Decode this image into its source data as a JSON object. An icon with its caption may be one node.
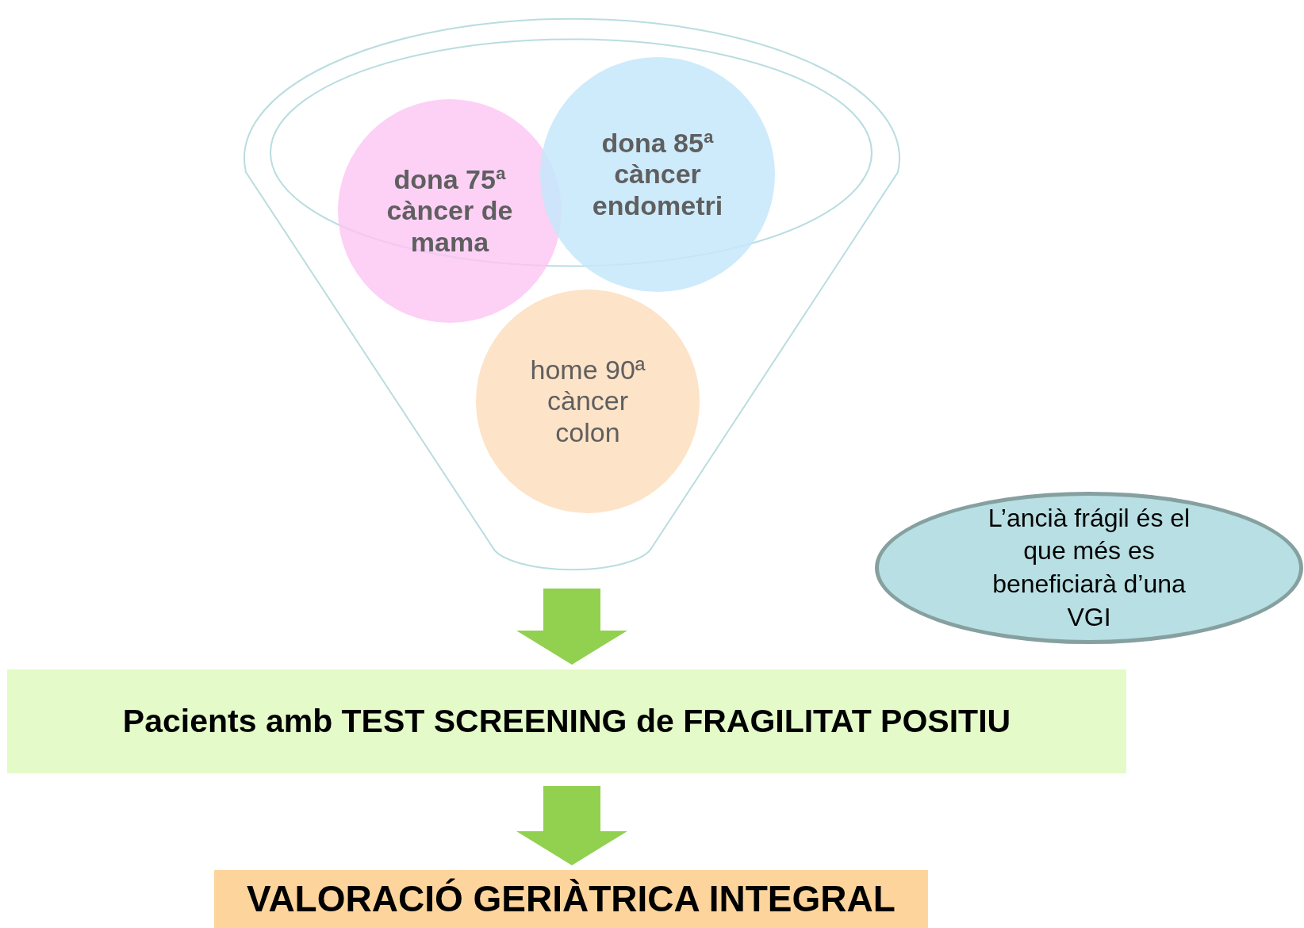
{
  "diagram": {
    "nodes": [
      {
        "text": [],
        "shape": "funnel"
      },
      {
        "text": [
          "dona 75ª càncer de mama"
        ],
        "in": 0
      },
      {
        "text": [
          "dona 85ª càncer endometri"
        ],
        "in": 0
      },
      {
        "text": [
          "home 90ª càncer colon"
        ],
        "in": 0
      },
      {
        "text": [
          "L’ancià frágil és el que més es beneficiarà d’una VGI"
        ]
      },
      {
        "text": [
          "Pacients amb TEST SCREENING de FRAGILITAT POSITIU"
        ]
      },
      {
        "text": [
          "VALORACIÓ GERIÀTRICA INTEGRAL"
        ]
      }
    ],
    "edges": [
      {
        "from": 0,
        "to": 5,
        "arrow": "to"
      },
      {
        "from": 5,
        "to": 6,
        "arrow": "to"
      }
    ]
  }
}
